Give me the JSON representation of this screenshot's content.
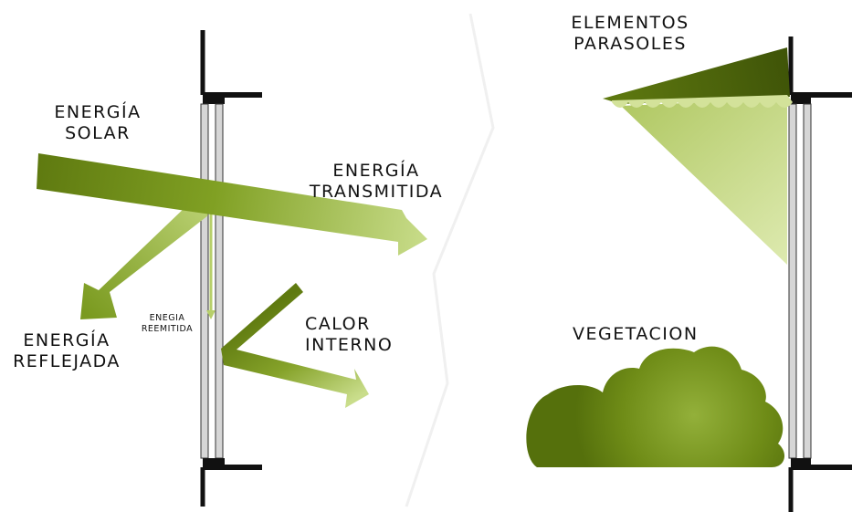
{
  "labels": {
    "energia_solar": [
      "ENERGÍA",
      "SOLAR"
    ],
    "energia_transmitida": [
      "ENERGÍA",
      "TRANSMITIDA"
    ],
    "energia_reflejada": [
      "ENERGÍA",
      "REFLEJADA"
    ],
    "energia_reemitida": [
      "ENEGIA",
      "REEMITIDA"
    ],
    "calor_interno": [
      "CALOR",
      "INTERNO"
    ],
    "elementos_parasoles": [
      "ELEMENTOS",
      "PARASOLES"
    ],
    "vegetacion": "VEGETACION"
  },
  "colors": {
    "green_dark": "#5f7a10",
    "green_mid": "#86a32a",
    "green_light": "#c8dc8a",
    "glass": "#d4d4d4",
    "wall": "#111111"
  }
}
